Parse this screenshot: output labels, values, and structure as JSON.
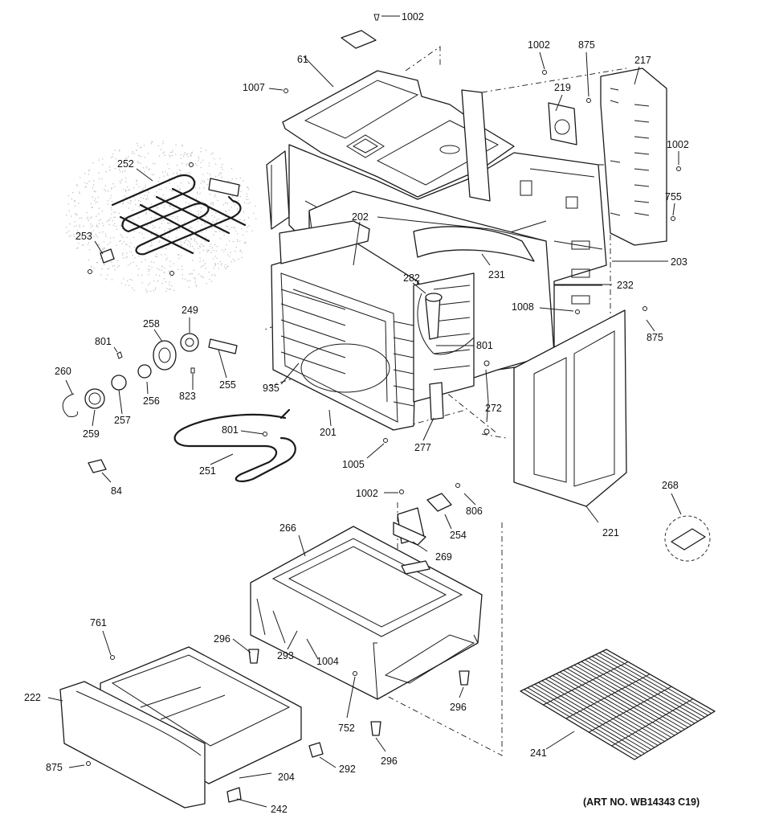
{
  "art_number": "(ART NO. WB14343 C19)",
  "callouts": {
    "c1002a": "1002",
    "c61": "61",
    "c1007": "1007",
    "c1002b": "1002",
    "c875a": "875",
    "c217": "217",
    "c219": "219",
    "c1002c": "1002",
    "c755": "755",
    "c252": "252",
    "c253": "253",
    "c202": "202",
    "c203": "203",
    "c231": "231",
    "c282": "282",
    "c232": "232",
    "c249": "249",
    "c258": "258",
    "c801a": "801",
    "c1008": "1008",
    "c875b": "875",
    "c801b": "801",
    "c260": "260",
    "c256": "256",
    "c823": "823",
    "c255": "255",
    "c935": "935",
    "c257": "257",
    "c259": "259",
    "c801c": "801",
    "c201": "201",
    "c272": "272",
    "c277": "277",
    "c251": "251",
    "c1005": "1005",
    "c84": "84",
    "c1002d": "1002",
    "c806": "806",
    "c268": "268",
    "c254": "254",
    "c221": "221",
    "c266": "266",
    "c269": "269",
    "c761": "761",
    "c296a": "296",
    "c293": "293",
    "c1004": "1004",
    "c296b": "296",
    "c222": "222",
    "c752": "752",
    "c296c": "296",
    "c241": "241",
    "c292": "292",
    "c875c": "875",
    "c204": "204",
    "c242": "242"
  }
}
